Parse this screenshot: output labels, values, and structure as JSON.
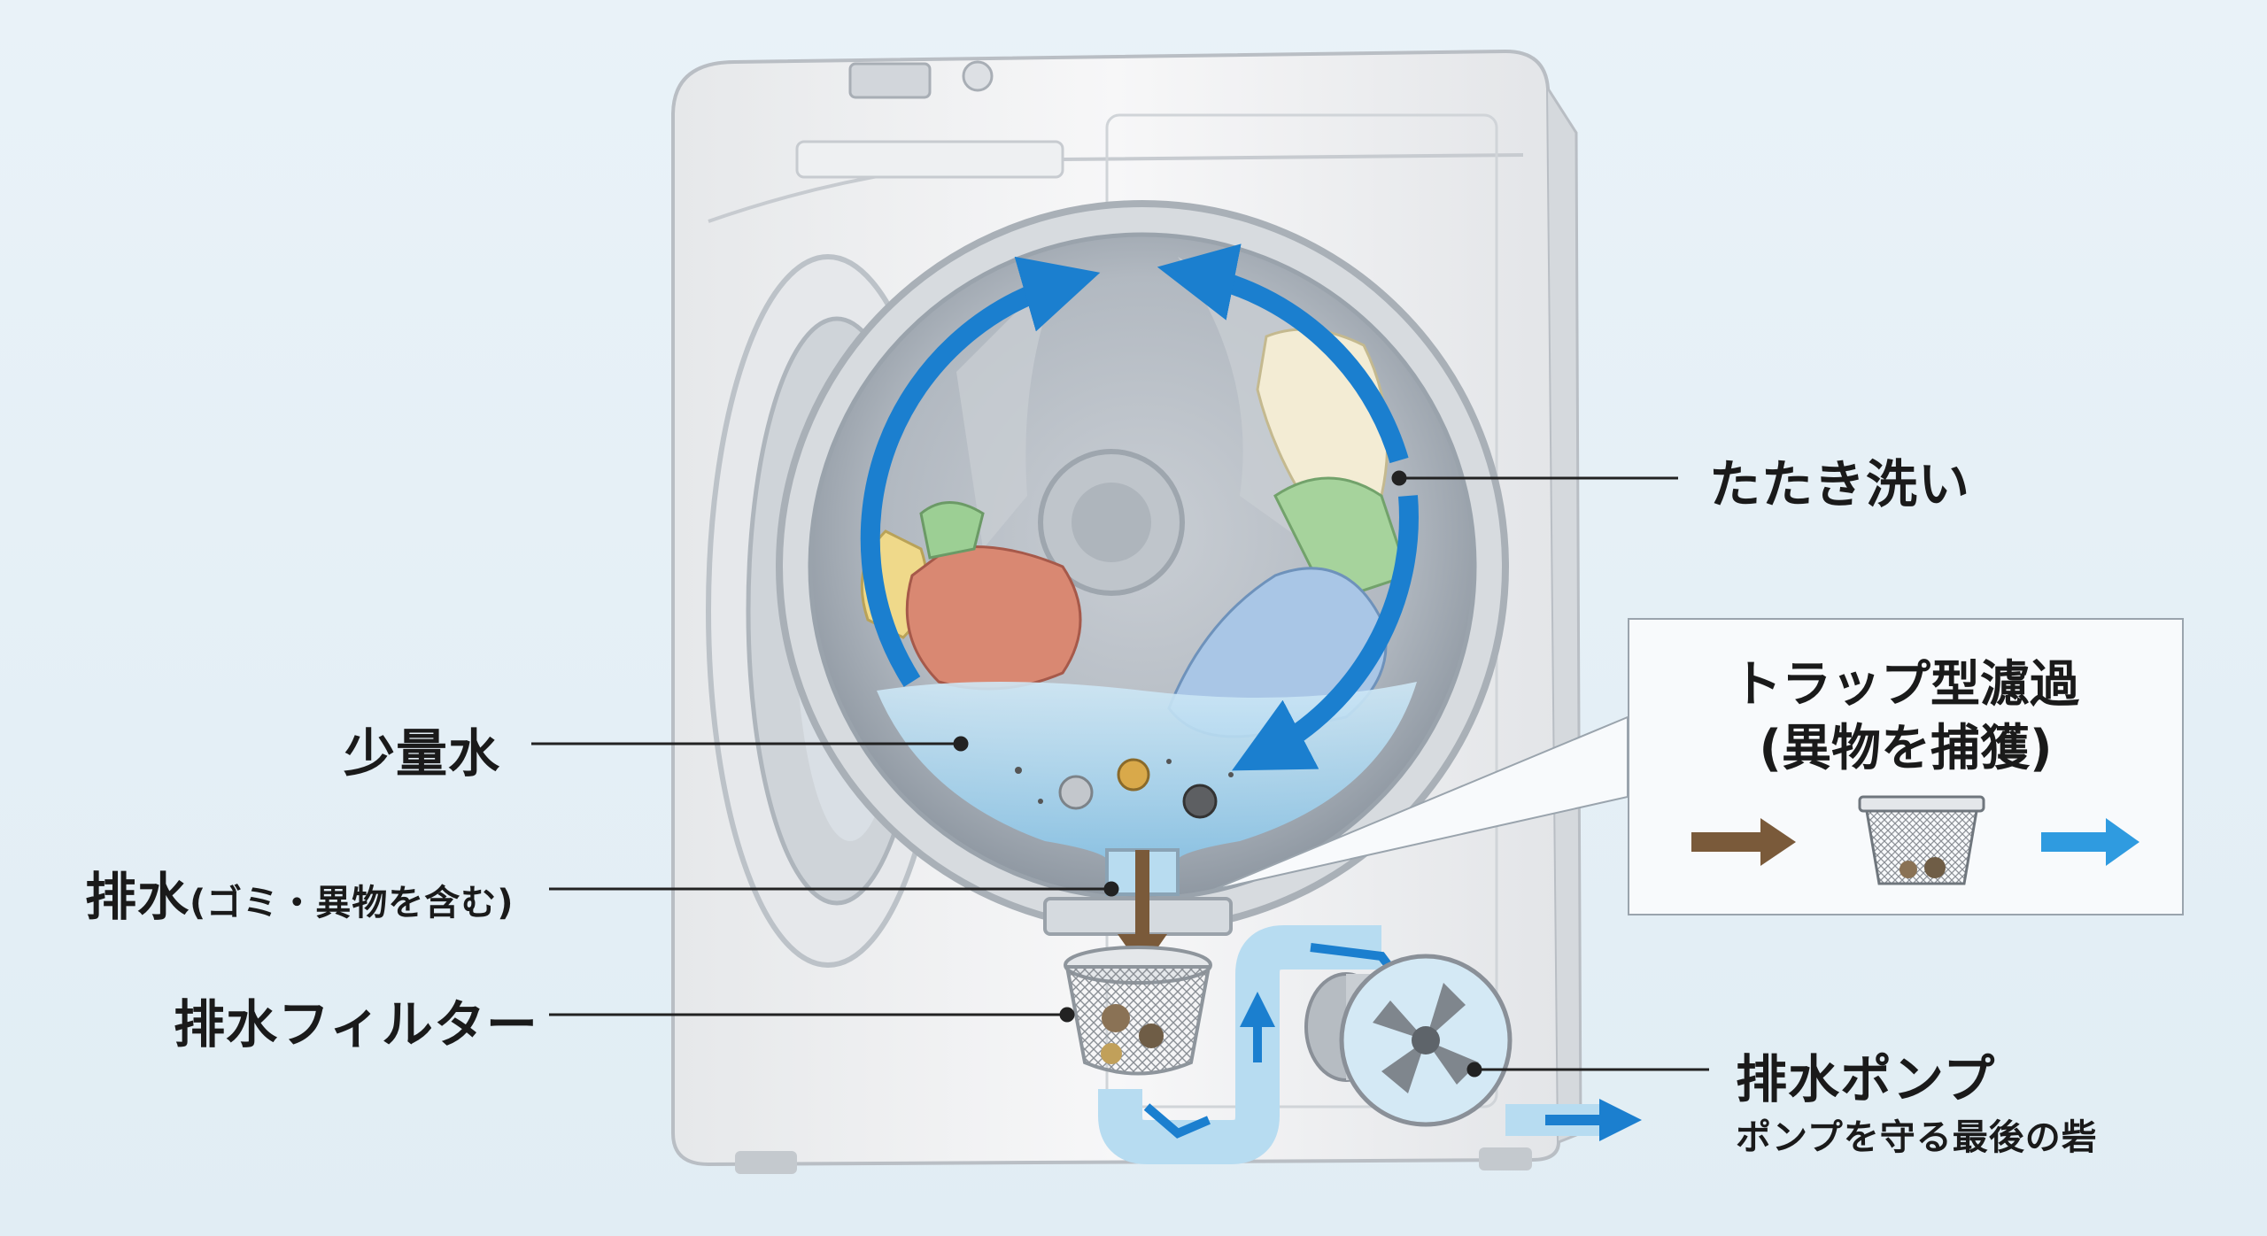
{
  "labels": {
    "tataki": "たたき洗い",
    "shouryou": "少量水",
    "haisui_main": "排水",
    "haisui_sub": "(ゴミ・異物を含む)",
    "filter": "排水フィルター",
    "pump": "排水ポンプ",
    "pump_sub": "ポンプを守る最後の砦"
  },
  "callout": {
    "line1": "トラップ型濾過",
    "line2": "(異物を捕獲)"
  },
  "icons": {
    "flow_in": "brown-arrow-icon",
    "basket": "filter-basket-icon",
    "flow_out": "blue-arrow-icon"
  },
  "colors": {
    "arrow_blue": "#1b7fcf",
    "water": "#a9d6ef",
    "drain_brown": "#7a5a3a",
    "leader": "#222222"
  }
}
